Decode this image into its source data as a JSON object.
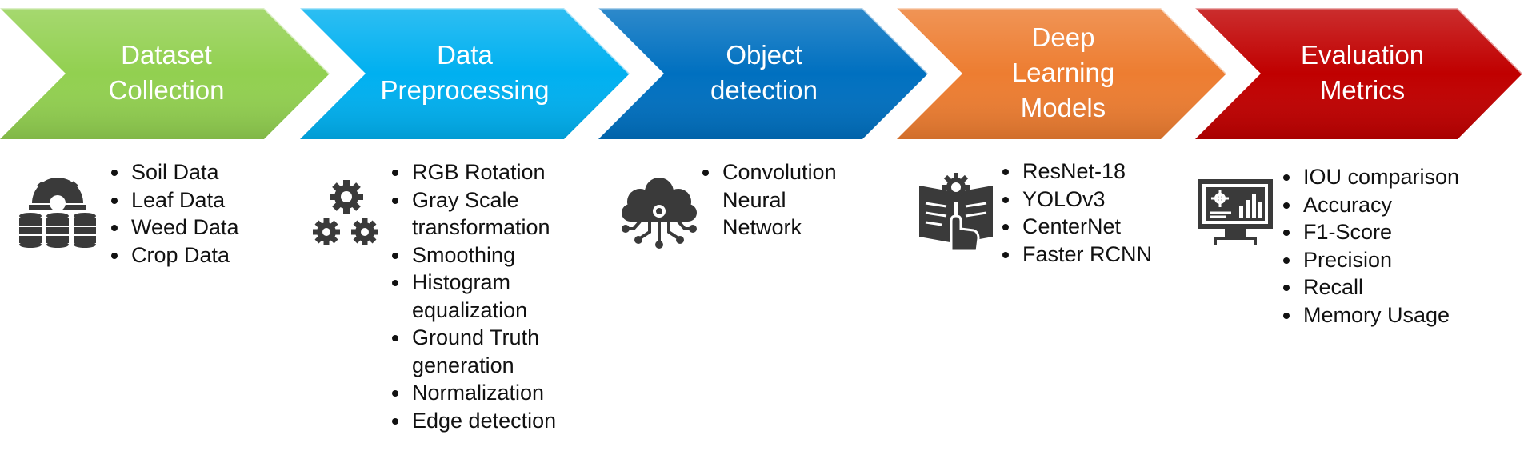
{
  "stages": [
    {
      "title": "Dataset\nCollection",
      "color": "#92D050",
      "icon": "database-gear-icon",
      "items": [
        "Soil Data",
        "Leaf Data",
        "Weed Data",
        "Crop Data"
      ]
    },
    {
      "title": "Data\nPreprocessing",
      "color": "#00B0F0",
      "icon": "gears-icon",
      "items": [
        "RGB Rotation",
        "Gray Scale\ntransformation",
        "Smoothing",
        "Histogram\nequalization",
        "Ground Truth\ngeneration",
        "Normalization",
        "Edge detection"
      ]
    },
    {
      "title": "Object\ndetection",
      "color": "#0070C0",
      "icon": "cloud-network-icon",
      "items": [
        "Convolution\nNeural\nNetwork"
      ]
    },
    {
      "title": "Deep\nLearning\nModels",
      "color": "#ED7D31",
      "icon": "book-touch-gear-icon",
      "items": [
        "ResNet-18",
        "YOLOv3",
        "CenterNet",
        "Faster RCNN"
      ]
    },
    {
      "title": "Evaluation\nMetrics",
      "color": "#C00000",
      "icon": "monitor-chart-icon",
      "items": [
        "IOU comparison",
        "Accuracy",
        "F1-Score",
        "Precision",
        "Recall",
        "Memory Usage"
      ]
    }
  ]
}
